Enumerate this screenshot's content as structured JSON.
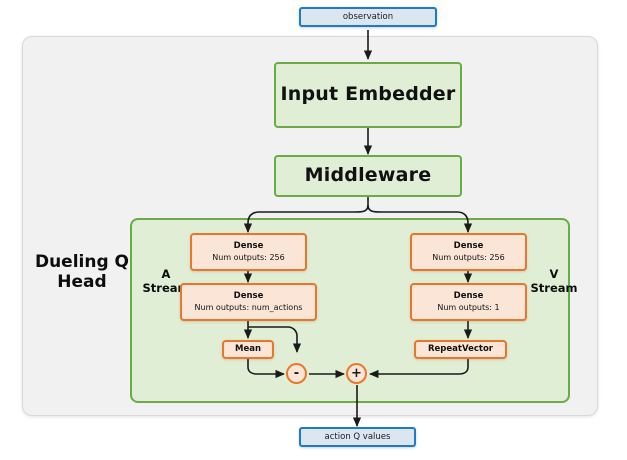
{
  "diagram": {
    "title_label": "Dueling Q Head",
    "input_node": {
      "label": "observation"
    },
    "output_node": {
      "label": "action Q values"
    },
    "backbone": [
      {
        "label": "Input Embedder"
      },
      {
        "label": "Middleware"
      }
    ],
    "streams": {
      "advantage": {
        "label_line1": "A",
        "label_line2": "Stream",
        "layers": [
          {
            "line1": "Dense",
            "line2": "Num outputs: 256"
          },
          {
            "line1": "Dense",
            "line2": "Num outputs: num_actions"
          },
          {
            "line1": "Mean"
          }
        ],
        "operator": "-"
      },
      "value": {
        "label_line1": "V",
        "label_line2": "Stream",
        "layers": [
          {
            "line1": "Dense",
            "line2": "Num outputs: 256"
          },
          {
            "line1": "Dense",
            "line2": "Num outputs: 1"
          },
          {
            "line1": "RepeatVector"
          }
        ],
        "operator": "+"
      }
    },
    "colors": {
      "io_fill": "#dce6f1",
      "io_border": "#1f7cc4",
      "green_fill": "#dfeed4",
      "green_border": "#6aab48",
      "orange_fill": "#fbe5d6",
      "orange_border": "#e8762c",
      "outer_fill": "#f1f1f1",
      "arrow": "#1a1a1a"
    }
  }
}
